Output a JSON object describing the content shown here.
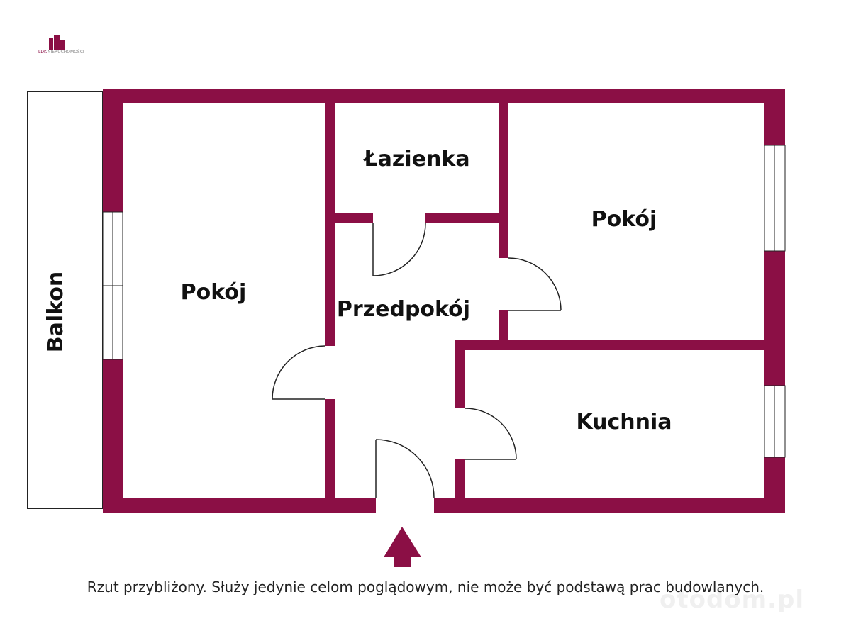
{
  "logo": {
    "brand": "LDK",
    "tagline": "NIERUCHOMOŚCI"
  },
  "colors": {
    "wall": "#8b0f45",
    "line": "#222222",
    "window": "#ffffff"
  },
  "rooms": {
    "balcony": "Balkon",
    "room_left": "Pokój",
    "bathroom": "Łazienka",
    "hallway": "Przedpokój",
    "room_right": "Pokój",
    "kitchen": "Kuchnia"
  },
  "entrance": {
    "icon": "arrow-up-icon"
  },
  "caption": "Rzut przybliżony. Służy jedynie celom poglądowym, nie może być podstawą prac budowlanych.",
  "watermark": "otodom.pl"
}
